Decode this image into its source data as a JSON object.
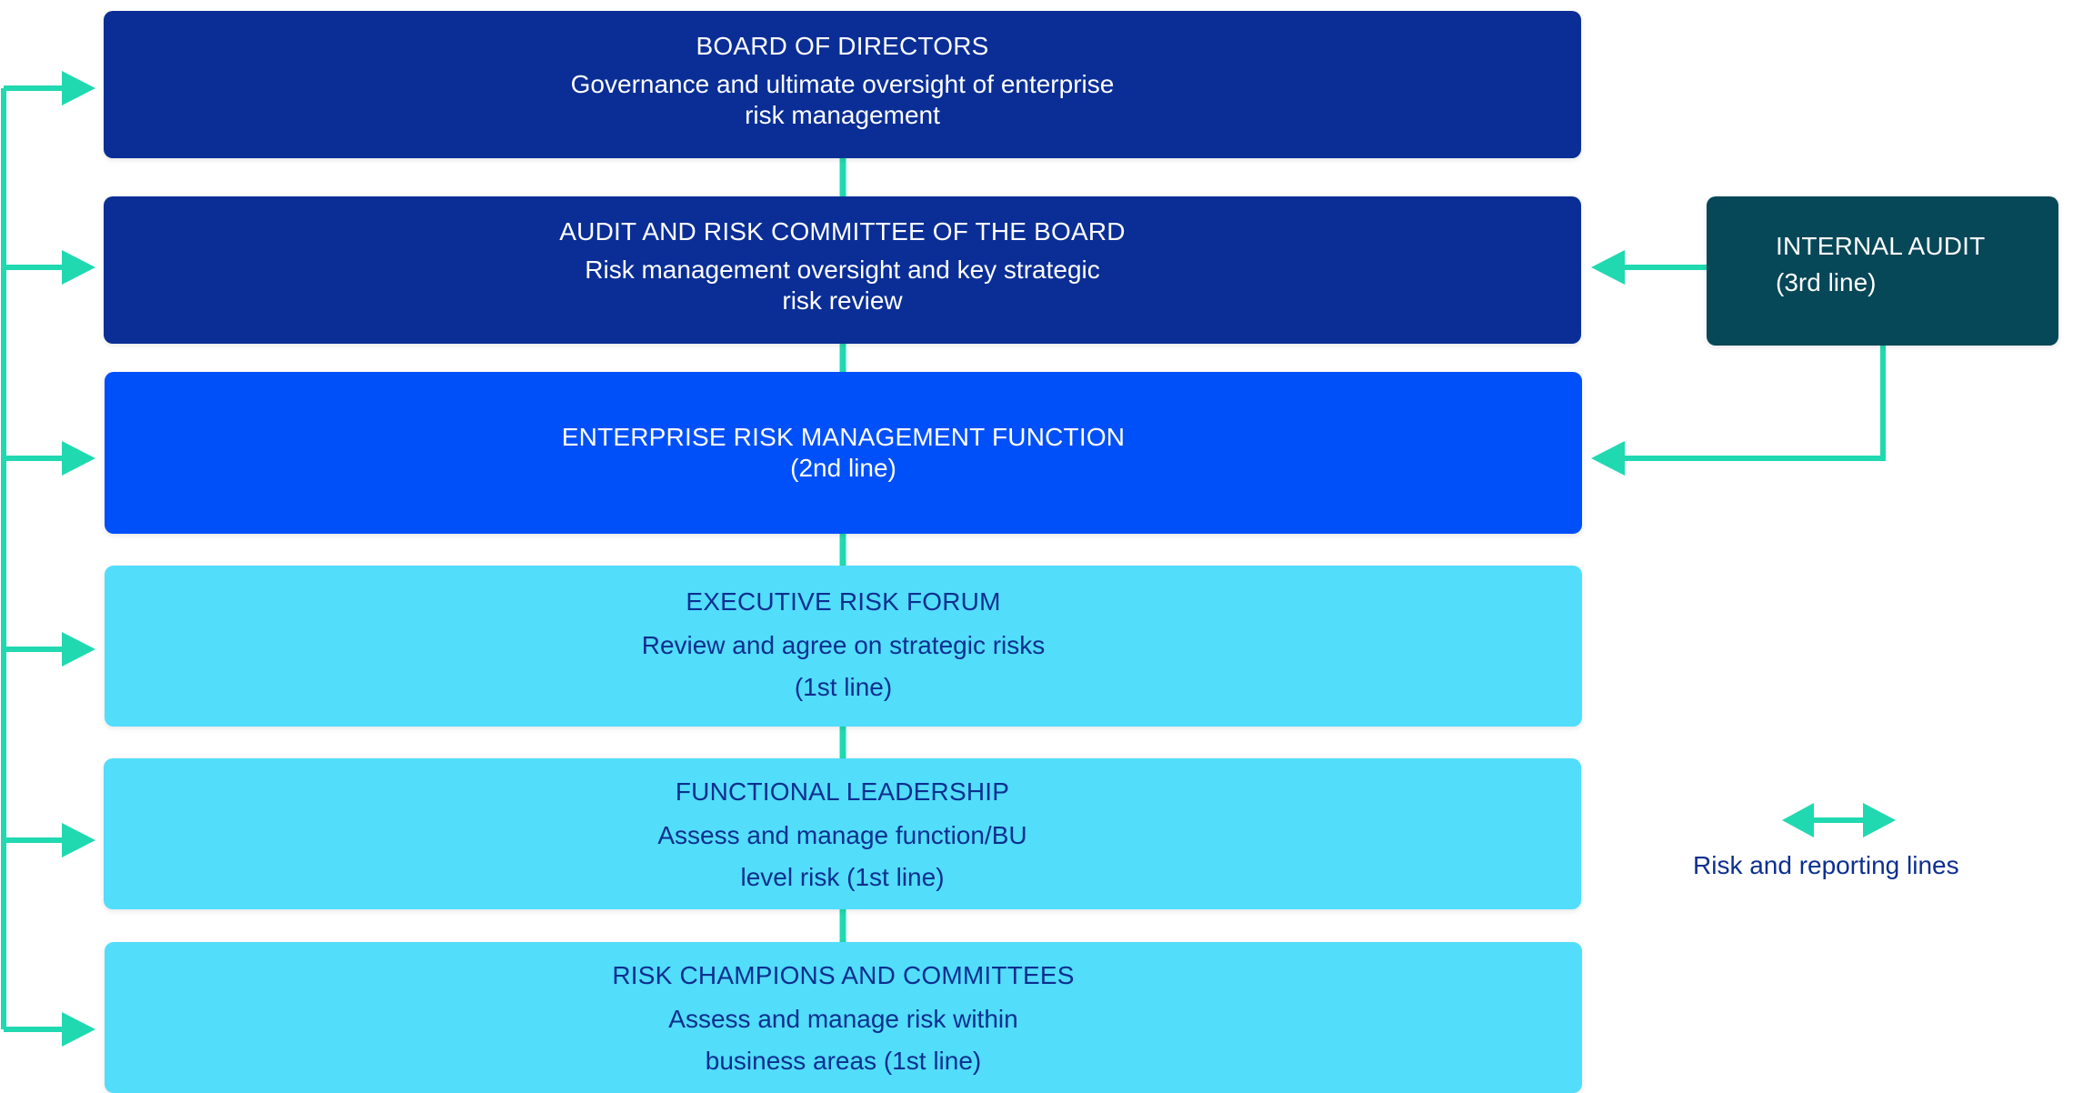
{
  "boxes": {
    "board": {
      "title": "BOARD OF DIRECTORS",
      "desc_1": "Governance and ultimate oversight of enterprise",
      "desc_2": "risk management"
    },
    "audit_committee": {
      "title": "AUDIT AND RISK COMMITTEE OF THE BOARD",
      "desc_1": "Risk management oversight and key strategic",
      "desc_2": "risk review"
    },
    "erm_function": {
      "title": "ENTERPRISE RISK MANAGEMENT FUNCTION",
      "line": "(2nd line)"
    },
    "executive_forum": {
      "title": "EXECUTIVE RISK FORUM",
      "desc_1": "Review and agree on strategic risks",
      "desc_2": "(1st line)"
    },
    "functional_leadership": {
      "title": "FUNCTIONAL LEADERSHIP",
      "desc_1": "Assess and manage function/BU",
      "desc_2": "level risk (1st line)"
    },
    "risk_champions": {
      "title": "RISK CHAMPIONS AND COMMITTEES",
      "desc_1": "Assess and manage risk within",
      "desc_2": "business areas (1st line)"
    },
    "internal_audit": {
      "title": "INTERNAL AUDIT",
      "line": "(3rd line)"
    }
  },
  "legend": {
    "label": "Risk and reporting lines",
    "icon": "double-headed-arrow-icon"
  },
  "colors": {
    "dark_navy": "#0a2e96",
    "bright_blue": "#0050fa",
    "light_cyan": "#52ddfb",
    "teal_dark": "#064758",
    "connector": "#20d9b0",
    "light_text": "#0c2f8f"
  }
}
